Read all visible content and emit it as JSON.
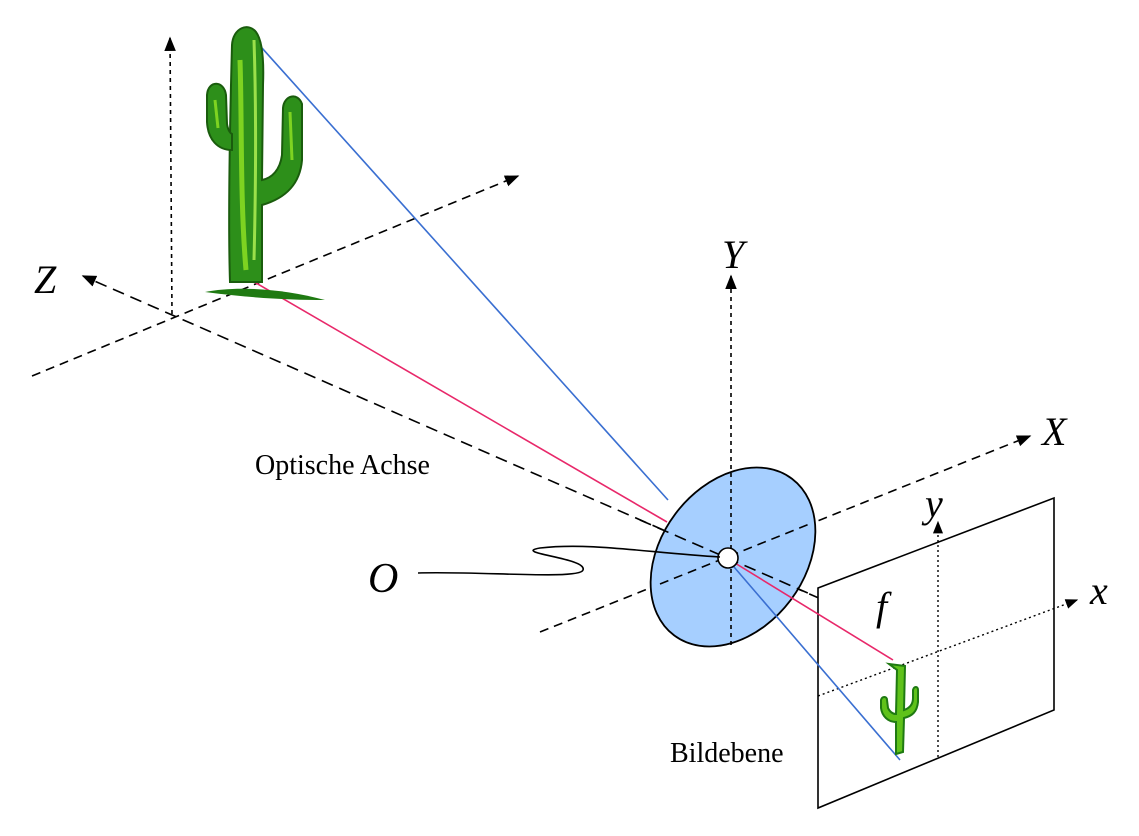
{
  "labels": {
    "Z": "Z",
    "Y": "Y",
    "X": "X",
    "O": "O",
    "f": "f",
    "x": "x",
    "y": "y",
    "optical_axis": "Optische Achse",
    "image_plane": "Bildebene"
  },
  "colors": {
    "lens_fill": "#a6cfff",
    "ray_top": "#3a6fd1",
    "ray_bottom": "#e8286a",
    "cactus_dark": "#1f7a12",
    "cactus_light": "#7ed321"
  }
}
